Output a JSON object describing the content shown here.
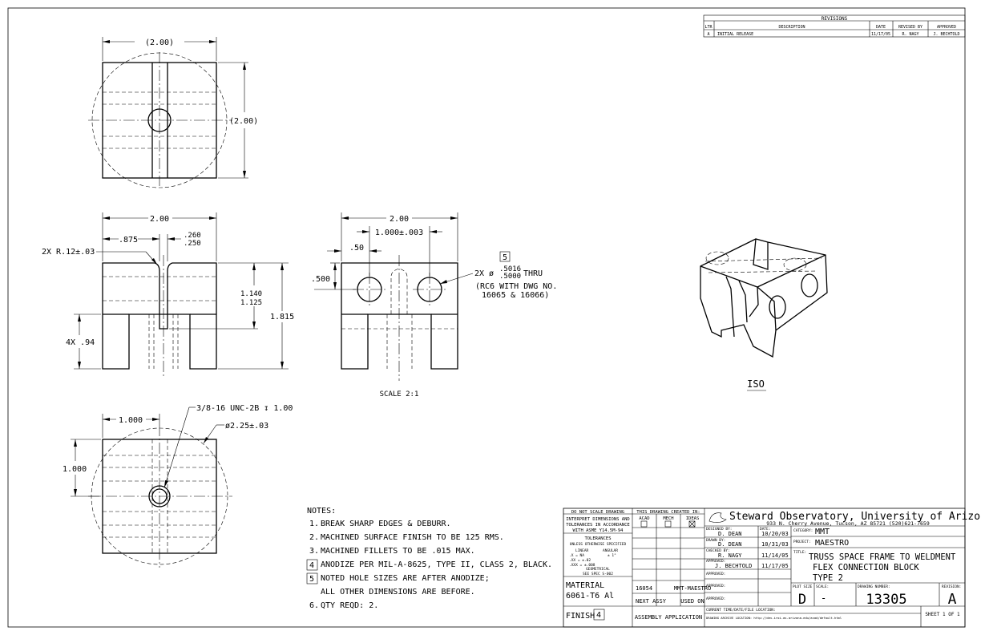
{
  "revisions": {
    "title": "REVISIONS",
    "headers": [
      "LTR",
      "DESCRIPTION",
      "DATE",
      "REVISED BY",
      "APPROVED"
    ],
    "rows": [
      [
        "A",
        "INITIAL RELEASE",
        "11/17/05",
        "R. NAGY",
        "J. BECHTOLD"
      ]
    ]
  },
  "dims": {
    "top_width": "(2.00)",
    "top_height": "(2.00)",
    "front_width": "2.00",
    "front_875": ".875",
    "front_slot_upper": ".260",
    "front_slot_lower": ".250",
    "front_radius": "2X R.12±.03",
    "front_depth_upper": "1.140",
    "front_depth_lower": "1.125",
    "front_height": "1.815",
    "front_leg": "4X .94",
    "side_width": "2.00",
    "side_spacing": "1.000±.003",
    "side_50": ".50",
    "side_500": ".500",
    "side_flag": "5",
    "side_hole_prefix": "2X ø",
    "side_hole_upper": ".5016",
    "side_hole_lower": ".5000",
    "side_hole_suffix": "THRU",
    "side_note_1": "(RC6 WITH DWG NO.",
    "side_note_2": "16065 & 16066)",
    "scale_label": "SCALE 2:1",
    "bottom_tap": "3/8-16 UNC-2B ↧ 1.00",
    "bottom_dia": "ø2.25±.03",
    "bottom_1000_h": "1.000",
    "bottom_1000_v": "1.000",
    "iso_label": "ISO"
  },
  "notes": {
    "title": "NOTES:",
    "items": [
      {
        "num": "1.",
        "text": "BREAK SHARP EDGES & DEBURR."
      },
      {
        "num": "2.",
        "text": "MACHINED SURFACE FINISH TO BE 125 RMS."
      },
      {
        "num": "3.",
        "text": "MACHINED FILLETS TO BE .015 MAX."
      },
      {
        "num": "4",
        "text": "ANODIZE PER MIL-A-8625, TYPE II, CLASS 2, BLACK."
      },
      {
        "num": "5",
        "text": "NOTED HOLE SIZES ARE AFTER ANODIZE;"
      },
      {
        "num": "",
        "text": "ALL OTHER DIMENSIONS ARE BEFORE."
      },
      {
        "num": "6.",
        "text": "QTY REQD: 2."
      }
    ]
  },
  "title_block": {
    "do_not_scale": "DO NOT SCALE DRAWING",
    "interpret_1": "INTERPRET DIMENSIONS AND",
    "interpret_2": "TOLERANCES IN ACCORDANCE",
    "interpret_3": "WITH ASME Y14.5M-94",
    "tol_title": "TOLERANCES",
    "tol_sub": "UNLESS OTHERWISE SPECIFIED",
    "tol_linear": "LINEAR",
    "tol_angular": "ANGULAR",
    "tol_x": ".X  = NA",
    "tol_xx": ".XX = ±.02",
    "tol_xxx": ".XXX = ±.008",
    "tol_ang": "± 1°",
    "tol_geo": "GEOMETRICAL",
    "tol_spec": "SEE SPEC S-002",
    "material_label": "MATERIAL",
    "material_value": "6061-T6 Al",
    "finish_label": "FINISH",
    "finish_flag": "4",
    "created_in": "THIS DRAWING CREATED IN:",
    "cad_options": [
      "ACAD",
      "MECH",
      "IDEAS"
    ],
    "next_assy_value": "16054",
    "used_on_value": "MMT-MAESTRO",
    "next_assy": "NEXT ASSY",
    "used_on": "USED ON",
    "assembly_application": "ASSEMBLY APPLICATION",
    "org_name": "Steward Observatory, University of Arizona",
    "org_address": "933 N. Cherry Avenue, Tucson, AZ  85721   (520)621-7659",
    "designed_by_label": "DESIGNED BY:",
    "designed_by": "D. DEAN",
    "date_label": "DATE:",
    "designed_date": "10/20/03",
    "drawn_by_label": "DRAWN BY:",
    "drawn_by": "D. DEAN",
    "drawn_date": "10/31/03",
    "checked_by_label": "CHECKED BY:",
    "checked_by": "R. NAGY",
    "checked_date": "11/14/05",
    "approved_label": "APPROVED:",
    "approved_by": "J. BECHTOLD",
    "approved_date": "11/17/05",
    "category_label": "CATEGORY:",
    "category": "MMT",
    "project_label": "PROJECT:",
    "project": "MAESTRO",
    "title_label": "TITLE:",
    "title_line1": "TRUSS SPACE FRAME TO WELDMENT",
    "title_line2": "FLEX CONNECTION BLOCK",
    "title_line3": "TYPE 2",
    "plot_size_label": "PLOT SIZE",
    "plot_size": "D",
    "scale_label": "SCALE:",
    "scale": "-",
    "drawing_number_label": "DRAWING NUMBER:",
    "drawing_number": "13305",
    "revision_label": "REVISION:",
    "revision": "A",
    "current_time_label": "CURRENT TIME/DATE/FILE LOCATION:",
    "archive_label": "DRAWING ARCHIVE LOCATION: http://dev-iroi.as.arizona.edu/acad/default.html",
    "sheet": "SHEET 1 OF 1"
  }
}
